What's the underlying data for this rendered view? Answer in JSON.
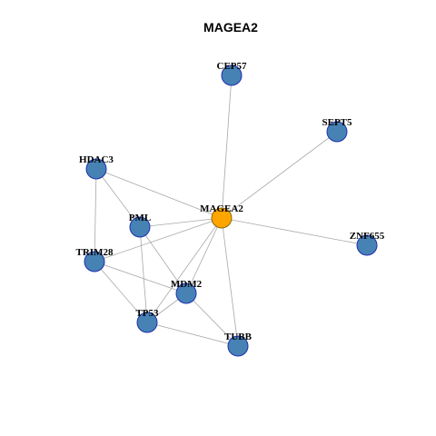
{
  "title": "MAGEA2",
  "colors": {
    "center_fill": "#FFA500",
    "center_stroke": "#8B6A00",
    "node_fill": "#4682B4",
    "node_stroke": "#1F2FB0",
    "edge": "#A8A8A8"
  },
  "nodes": [
    {
      "id": "MAGEA2",
      "label": "MAGEA2",
      "center": true
    },
    {
      "id": "CEP57",
      "label": "CEP57"
    },
    {
      "id": "SEPT5",
      "label": "SEPT5"
    },
    {
      "id": "HDAC3",
      "label": "HDAC3"
    },
    {
      "id": "PML",
      "label": "PML"
    },
    {
      "id": "ZNF655",
      "label": "ZNF655"
    },
    {
      "id": "TRIM28",
      "label": "TRIM28"
    },
    {
      "id": "MDM2",
      "label": "MDM2"
    },
    {
      "id": "TP53",
      "label": "TP53"
    },
    {
      "id": "TUBB",
      "label": "TUBB"
    }
  ],
  "edges": [
    [
      "MAGEA2",
      "CEP57"
    ],
    [
      "MAGEA2",
      "SEPT5"
    ],
    [
      "MAGEA2",
      "HDAC3"
    ],
    [
      "MAGEA2",
      "PML"
    ],
    [
      "MAGEA2",
      "ZNF655"
    ],
    [
      "MAGEA2",
      "TRIM28"
    ],
    [
      "MAGEA2",
      "MDM2"
    ],
    [
      "MAGEA2",
      "TP53"
    ],
    [
      "MAGEA2",
      "TUBB"
    ],
    [
      "HDAC3",
      "PML"
    ],
    [
      "HDAC3",
      "TRIM28"
    ],
    [
      "PML",
      "MDM2"
    ],
    [
      "PML",
      "TP53"
    ],
    [
      "TRIM28",
      "MDM2"
    ],
    [
      "TRIM28",
      "TP53"
    ],
    [
      "MDM2",
      "TP53"
    ],
    [
      "MDM2",
      "TUBB"
    ],
    [
      "TP53",
      "TUBB"
    ]
  ]
}
